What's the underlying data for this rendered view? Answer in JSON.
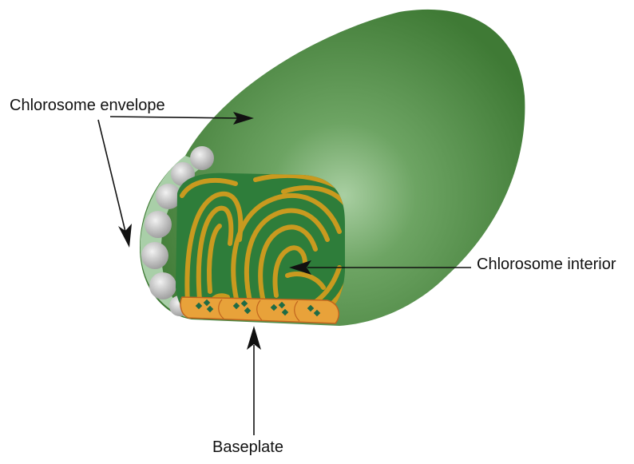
{
  "labels": {
    "envelope": "Chlorosome envelope",
    "interior": "Chlorosome interior",
    "baseplate": "Baseplate"
  },
  "colors": {
    "envelope_dark": "#3f7a35",
    "envelope_light": "#9fc79a",
    "interior_gold": "#c99a1f",
    "interior_green": "#2e7d3a",
    "baseplate_orange": "#e8a23a",
    "lipid_grey": "#c8c8c8",
    "arrow": "#111111"
  }
}
